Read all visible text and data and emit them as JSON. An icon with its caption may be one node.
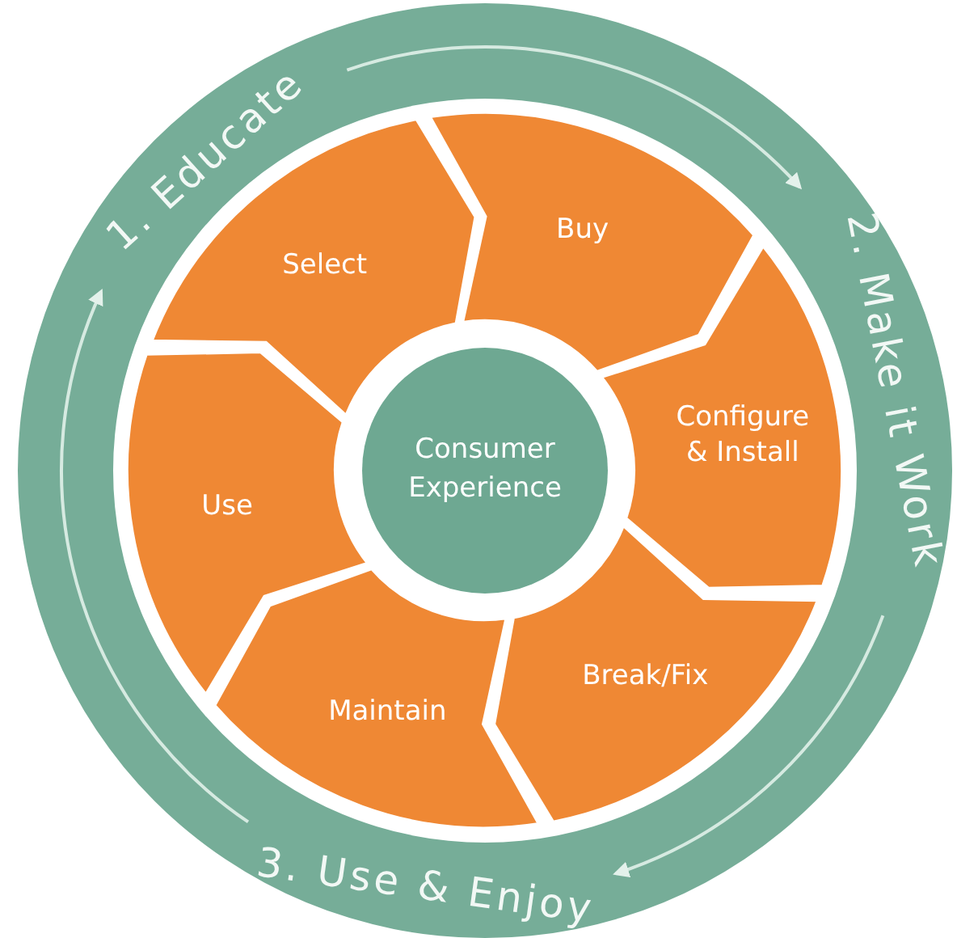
{
  "diagram": {
    "nodes": [
      {
        "text": [
          "1. Educate"
        ]
      },
      {
        "text": [
          "2. Make it Work"
        ]
      },
      {
        "text": [
          "3. Use & Enjoy"
        ]
      },
      {
        "text": [
          "Consumer Experience"
        ]
      },
      {
        "text": [
          "Buy"
        ]
      },
      {
        "text": [
          "Configure & Install"
        ]
      },
      {
        "text": [
          "Break/Fix"
        ]
      },
      {
        "text": [
          "Maintain"
        ]
      },
      {
        "text": [
          "Use"
        ]
      },
      {
        "text": [
          "Select"
        ]
      }
    ],
    "edges": [
      {
        "from": 0,
        "to": 1,
        "arrow": "to"
      },
      {
        "from": 1,
        "to": 2,
        "arrow": "to"
      },
      {
        "from": 2,
        "to": 0,
        "arrow": "to"
      }
    ]
  }
}
